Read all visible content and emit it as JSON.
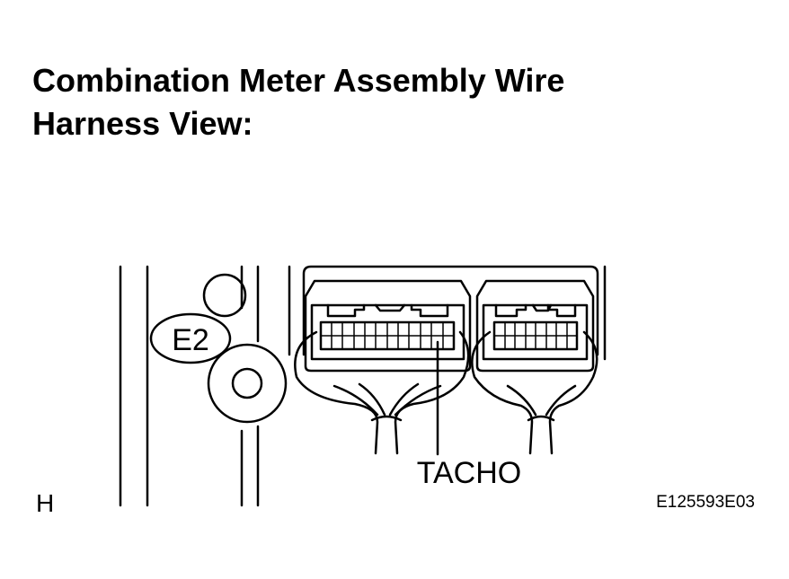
{
  "title_lines": [
    "Combination Meter Assembly Wire",
    "Harness View:"
  ],
  "connector_label": "E2",
  "terminal_label": "TACHO",
  "view_letter": "H",
  "figure_id": "E125593E03"
}
